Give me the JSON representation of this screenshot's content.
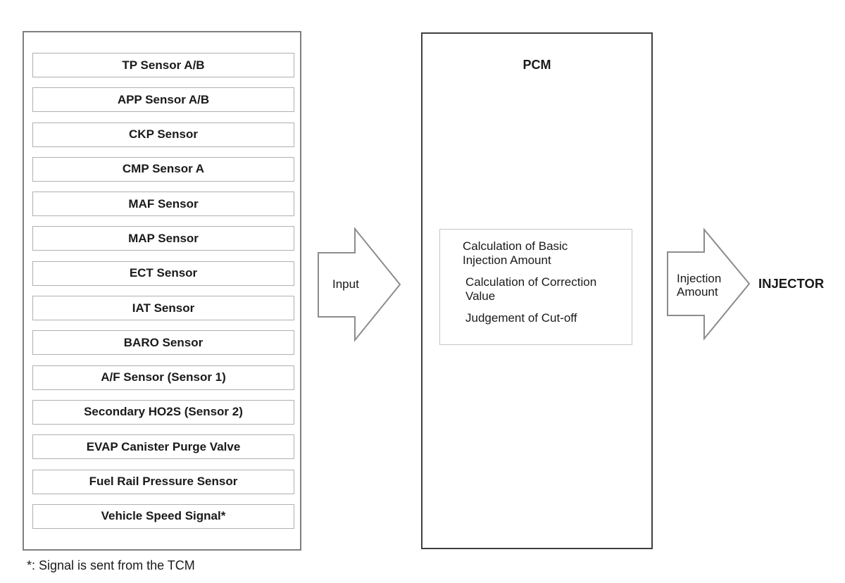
{
  "diagram": {
    "inputs_panel": {
      "items": [
        "TP Sensor A/B",
        "APP Sensor A/B",
        "CKP Sensor",
        "CMP Sensor A",
        "MAF Sensor",
        "MAP Sensor",
        "ECT Sensor",
        "IAT Sensor",
        "BARO Sensor",
        "A/F Sensor (Sensor 1)",
        "Secondary HO2S (Sensor 2)",
        "EVAP Canister Purge Valve",
        "Fuel Rail Pressure Sensor",
        "Vehicle Speed Signal*"
      ]
    },
    "input_arrow": {
      "label": "Input"
    },
    "pcm": {
      "title": "PCM",
      "functions": [
        "Calculation of Basic Injection Amount",
        "Calculation of Correction Value",
        "Judgement of Cut-off"
      ]
    },
    "output_arrow": {
      "label": "Injection Amount"
    },
    "injector": {
      "label": "INJECTOR"
    },
    "footnote": "*: Signal is sent from the TCM",
    "colors": {
      "panel_border": "#7f7f7f",
      "item_border": "#b0b0b0",
      "pcm_border": "#404040",
      "function_box_border": "#c6c6c6",
      "arrow_stroke": "#8c8c8c",
      "text": "#1a1a1a",
      "background": "#ffffff"
    }
  }
}
